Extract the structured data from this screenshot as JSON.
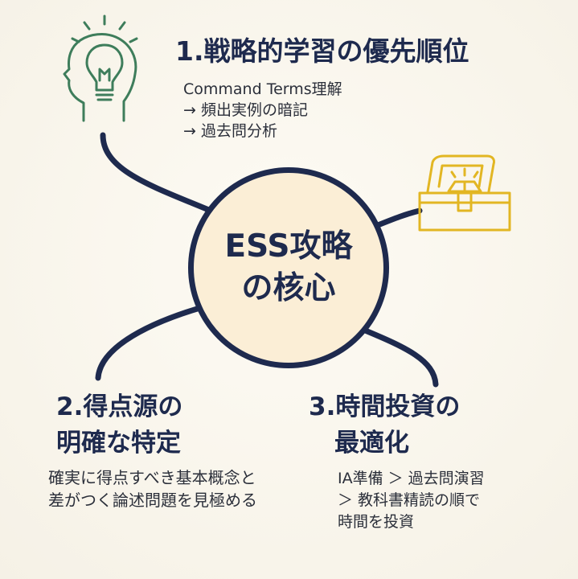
{
  "center": {
    "line1": "ESS攻略",
    "line2": "の核心"
  },
  "node1": {
    "title": "1.戦略的学習の優先順位",
    "lines": [
      "Command Terms理解",
      "→ 頻出実例の暗記",
      "→ 過去問分析"
    ]
  },
  "node2": {
    "title_lines": [
      "2.得点源の",
      "明確な特定"
    ],
    "lines": [
      "確実に得点すべき基本概念と",
      "差がつく論述問題を見極める"
    ]
  },
  "node3": {
    "title_lines": [
      "3.時間投資の",
      "最適化"
    ],
    "lines": [
      "IA準備 ＞ 過去問演習",
      "＞ 教科書精読の順で",
      "時間を投資"
    ]
  },
  "icons": {
    "head": "brain-head-lightbulb-icon",
    "chest": "treasure-chest-icon"
  },
  "colors": {
    "navy": "#1e2a4e",
    "center_fill": "#fbeed6",
    "icon_green": "#3e7d5b",
    "icon_gold": "#e2b623"
  }
}
